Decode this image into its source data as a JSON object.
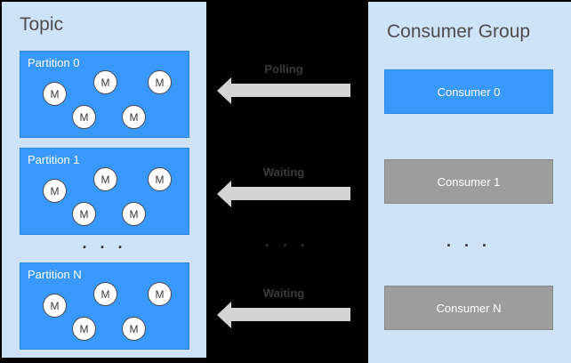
{
  "colors": {
    "background": "#000000",
    "panel_light_blue": "#cfe3f8",
    "active_blue": "#3998fc",
    "idle_gray": "#9d9d9d",
    "arrow_gray": "#d4d4d4",
    "title_text": "#4d4d4d",
    "box_text": "#ffffff",
    "dark_text": "#3a3a3a"
  },
  "topic_panel": {
    "title": "Topic",
    "ellipsis": ". . .",
    "partitions": [
      {
        "label": "Partition 0",
        "messages": [
          "M",
          "M",
          "M",
          "M",
          "M"
        ]
      },
      {
        "label": "Partition 1",
        "messages": [
          "M",
          "M",
          "M",
          "M",
          "M"
        ]
      },
      {
        "label": "Partition N",
        "messages": [
          "M",
          "M",
          "M",
          "M",
          "M"
        ]
      }
    ]
  },
  "flows": {
    "ellipsis": ". . .",
    "arrows": [
      {
        "label": "Polling",
        "direction": "left"
      },
      {
        "label": "Waiting",
        "direction": "left"
      },
      {
        "label": "Waiting",
        "direction": "left"
      }
    ]
  },
  "consumer_panel": {
    "title": "Consumer Group",
    "ellipsis": ". . .",
    "consumers": [
      {
        "label": "Consumer 0",
        "state": "active"
      },
      {
        "label": "Consumer 1",
        "state": "idle"
      },
      {
        "label": "Consumer N",
        "state": "idle"
      }
    ]
  }
}
